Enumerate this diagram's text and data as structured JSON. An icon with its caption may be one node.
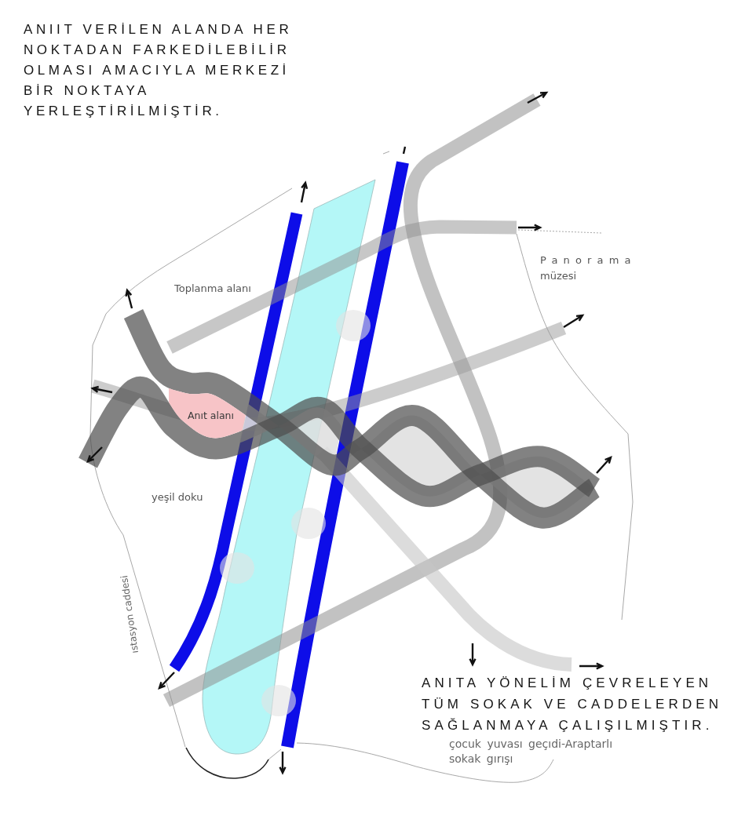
{
  "diagram": {
    "nodes": [
      {
        "text": [
          "Anıt alanı"
        ]
      }
    ],
    "labels": [
      "ANIIT VERİLEN ALANDA HER NOKTADAN FARKEDİLEBİLİR OLMASI AMACIYLA MERKEZİ BİR NOKTAYA YERLEŞTİRİLMİŞTİR.",
      "Panorama müzesi",
      "Toplanma alanı",
      "yeşil doku",
      "ıstasyon caddesi",
      "ANITA YÖNELİM ÇEVRELEYEN TÜM SOKAK VE CADDELERDEN SAĞLANMAYA ÇALIŞILMIŞTIR.",
      "çocuk yuvası geçıdi-Araptarlı sokak gırışı"
    ]
  }
}
